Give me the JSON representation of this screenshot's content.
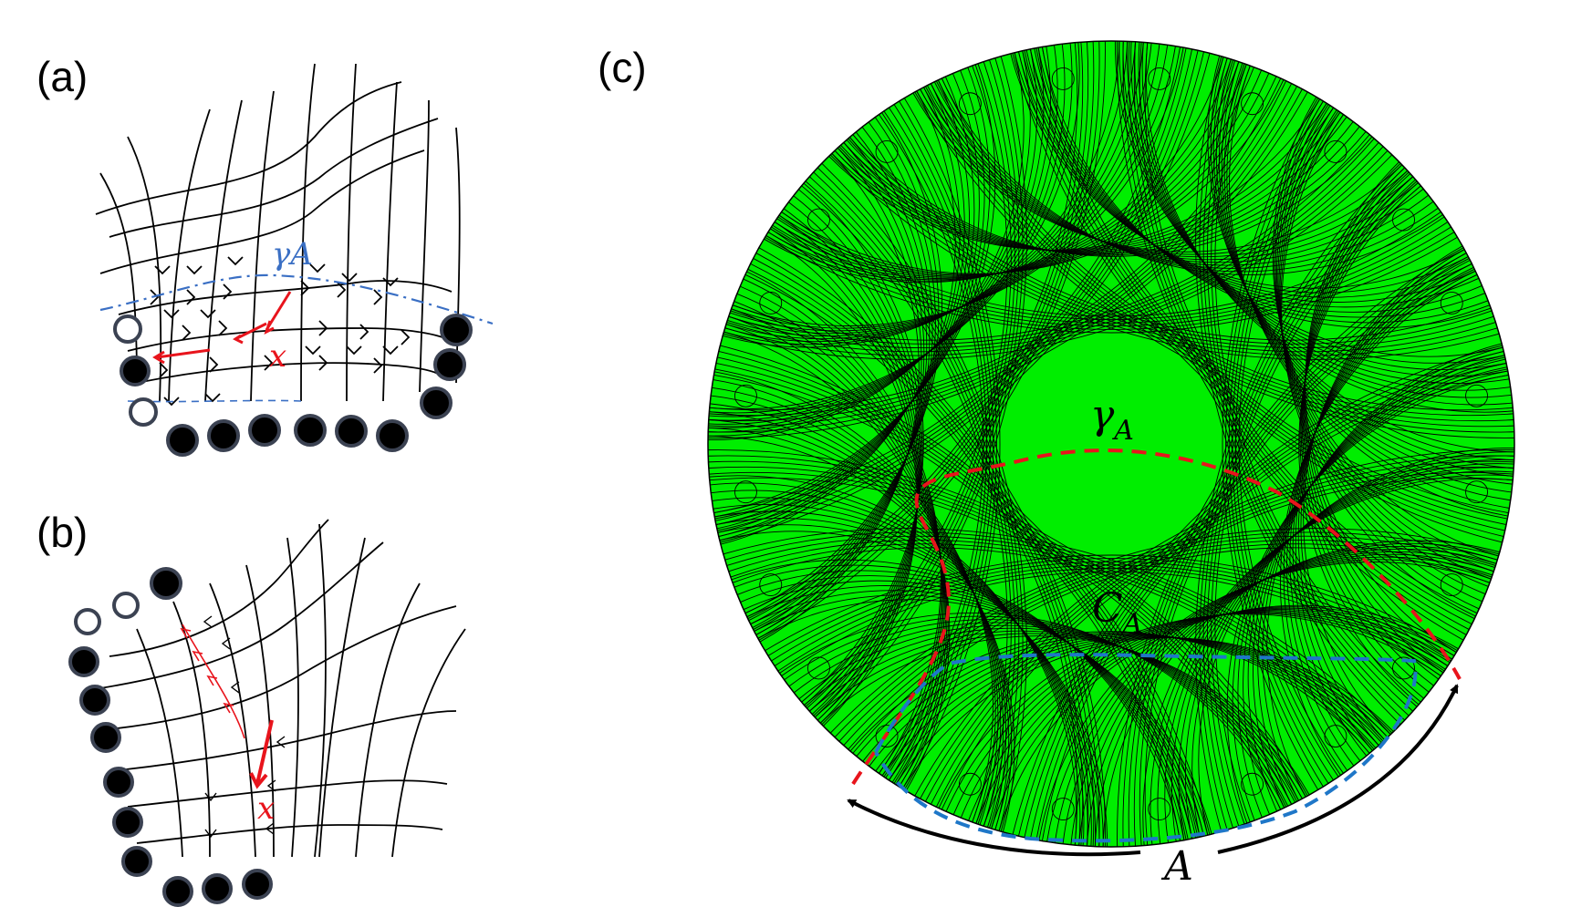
{
  "figure": {
    "panels": [
      {
        "id": "a",
        "label": "(a)"
      },
      {
        "id": "b",
        "label": "(b)"
      },
      {
        "id": "c",
        "label": "(c)"
      }
    ],
    "annotations": {
      "gamma_a_hand": "γA",
      "x_a": "x",
      "x_b": "x",
      "gamma_a": "γ",
      "gamma_a_sub": "A",
      "c_a": "C",
      "c_a_sub": "A",
      "region": "A"
    },
    "colors": {
      "disk_fill": "#00ee00",
      "grid_line": "#000000",
      "geodesic_red": "#e8141c",
      "cut_blue": "#1f77c8",
      "hand_blue": "#3a6fc4",
      "node_filled": "#000000",
      "node_outline": "#3b4252"
    }
  }
}
